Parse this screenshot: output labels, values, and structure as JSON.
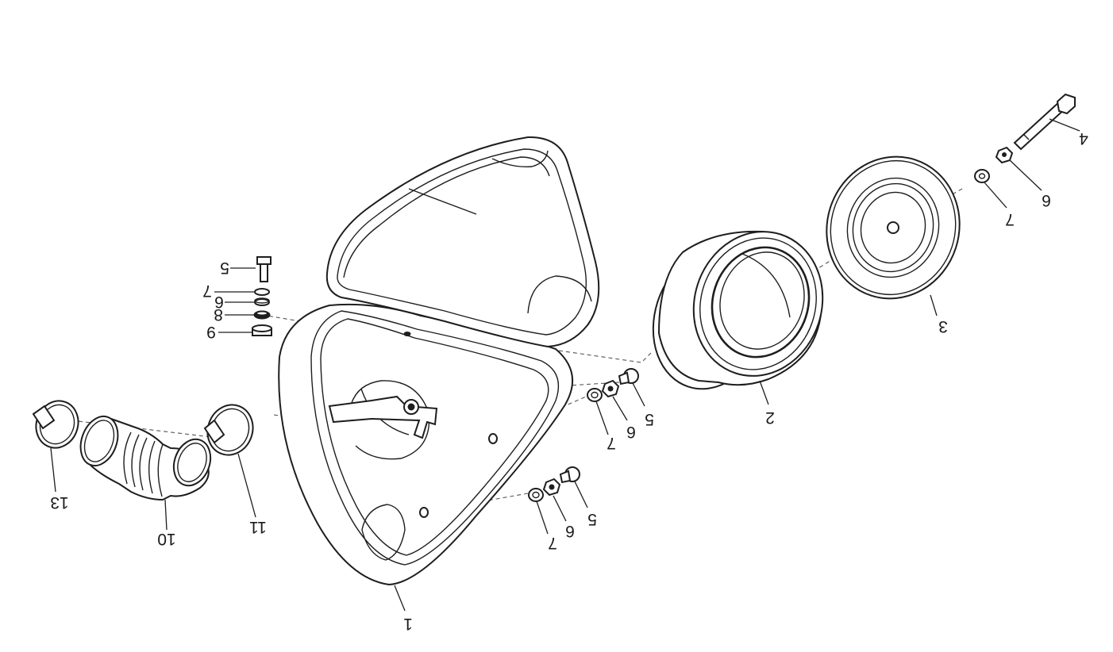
{
  "diagram": {
    "labels": [
      {
        "id": "1",
        "text": "1"
      },
      {
        "id": "2",
        "text": "2"
      },
      {
        "id": "3",
        "text": "3"
      },
      {
        "id": "4",
        "text": "4"
      },
      {
        "id": "5a",
        "text": "5"
      },
      {
        "id": "5b",
        "text": "5"
      },
      {
        "id": "5c",
        "text": "5"
      },
      {
        "id": "6a",
        "text": "6"
      },
      {
        "id": "6b",
        "text": "6"
      },
      {
        "id": "6c",
        "text": "6"
      },
      {
        "id": "6d",
        "text": "6"
      },
      {
        "id": "7a",
        "text": "7"
      },
      {
        "id": "7b",
        "text": "7"
      },
      {
        "id": "7c",
        "text": "7"
      },
      {
        "id": "7d",
        "text": "7"
      },
      {
        "id": "8",
        "text": "8"
      },
      {
        "id": "9",
        "text": "9"
      },
      {
        "id": "10",
        "text": "10"
      },
      {
        "id": "11",
        "text": "11"
      },
      {
        "id": "13",
        "text": "13"
      }
    ]
  }
}
